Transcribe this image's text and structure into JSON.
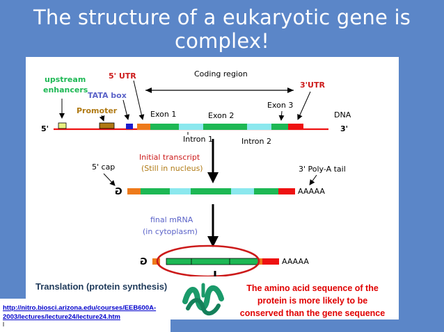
{
  "slide": {
    "title": "The structure of a eukaryotic gene is complex!"
  },
  "diagram": {
    "upstream": "upstream",
    "enhancers": "enhancers",
    "utr5": "5' UTR",
    "coding_region": "Coding region",
    "utr3": "3'UTR",
    "tata_box": "TATA box",
    "promoter": "Promoter",
    "exon1": "Exon 1",
    "exon2": "Exon 2",
    "exon3": "Exon 3",
    "dna": "DNA",
    "five_prime": "5'",
    "three_prime": "3'",
    "intron1": "Intron 1",
    "intron2": "Intron 2",
    "cap": "5' cap",
    "initial_transcript": "Initial transcript",
    "still_in_nucleus": "(Still in nucleus)",
    "polya_tail": "3' Poly-A tail",
    "aaaaa": "AAAAA",
    "final_mrna": "final mRNA",
    "in_cytoplasm": "(in cytoplasm)",
    "cap_glyph": "G",
    "colors": {
      "exon": "#1db854",
      "intron": "#8be8ee",
      "utr": "#ee1111",
      "utr5": "#ee7a1a",
      "promoter": "#b07a14",
      "tata": "#1c1ccc",
      "enhancer": "#e8f080",
      "label_red": "#cc1a1a",
      "label_blue": "#5b63c8"
    }
  },
  "footer": {
    "translation": "Translation (protein  synthesis)",
    "conserved_line1": "The amino acid sequence of the",
    "conserved_line2": "protein is more likely to be",
    "conserved_line3": "conserved than the gene sequence",
    "url_line1": "http://nitro.biosci.arizona.edu/courses/EEB600A-",
    "url_line2": "2003/lectures/lecture24/lecture24.htm",
    "mark": "l"
  }
}
